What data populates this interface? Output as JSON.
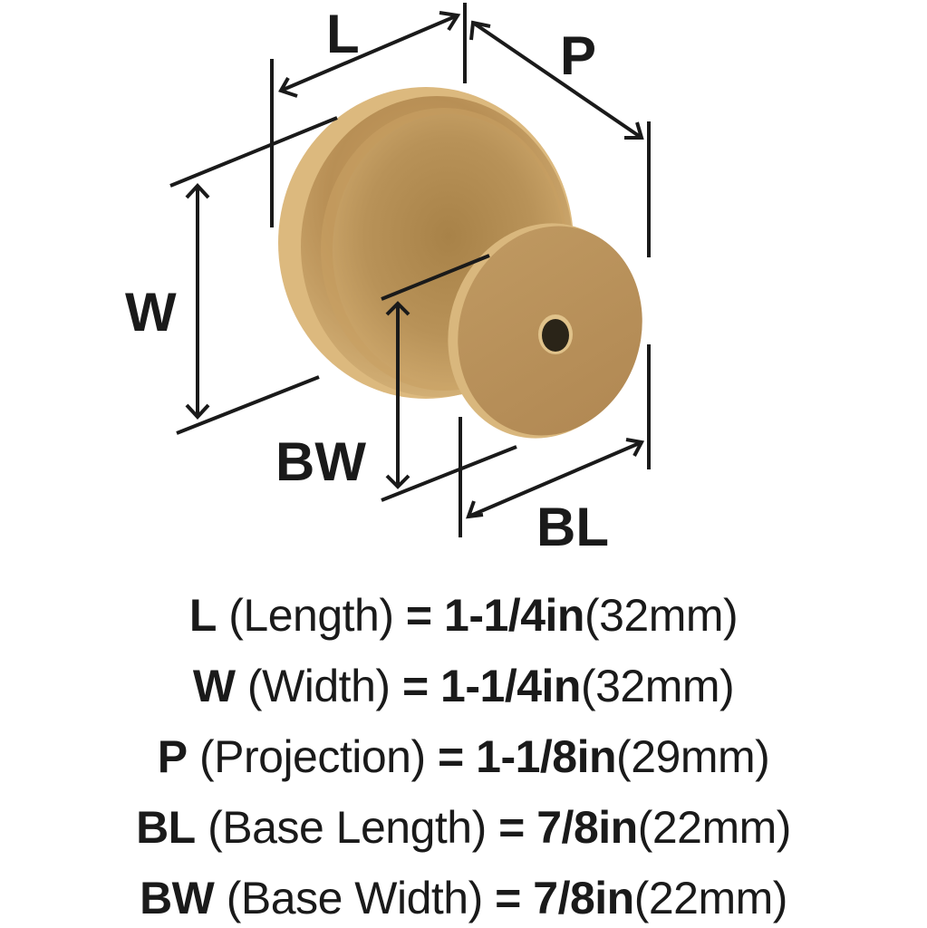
{
  "diagram": {
    "title": "Cabinet knob dimension diagram",
    "labels": {
      "L": "L",
      "P": "P",
      "W": "W",
      "BW": "BW",
      "BL": "BL"
    },
    "colors": {
      "knob_light": "#d2ab6e",
      "knob_mid": "#b88f55",
      "knob_dark": "#8a6a3c",
      "hole": "#2a2418",
      "line": "#1a1a1a",
      "background": "#ffffff"
    }
  },
  "specs": [
    {
      "key": "L",
      "name": "(Length)",
      "eq": "=",
      "imperial": "1-1/4in",
      "metric": "(32mm)"
    },
    {
      "key": "W",
      "name": "(Width)",
      "eq": "=",
      "imperial": "1-1/4in",
      "metric": "(32mm)"
    },
    {
      "key": "P",
      "name": "(Projection)",
      "eq": "=",
      "imperial": "1-1/8in",
      "metric": "(29mm)"
    },
    {
      "key": "BL",
      "name": "(Base Length)",
      "eq": "=",
      "imperial": "7/8in",
      "metric": "(22mm)"
    },
    {
      "key": "BW",
      "name": "(Base Width)",
      "eq": "=",
      "imperial": "7/8in",
      "metric": "(22mm)"
    }
  ]
}
